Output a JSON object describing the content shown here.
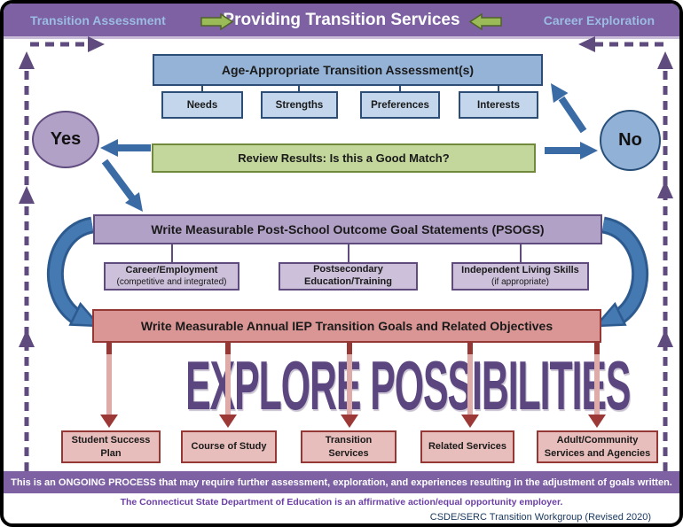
{
  "header": {
    "left_label": "Transition Assessment",
    "title": "Providing Transition Services",
    "right_label": "Career Exploration"
  },
  "flow": {
    "assessment_box": "Age-Appropriate Transition Assessment(s)",
    "assessment_items": [
      "Needs",
      "Strengths",
      "Preferences",
      "Interests"
    ],
    "yes_label": "Yes",
    "no_label": "No",
    "review_box": "Review Results: Is this a Good Match?",
    "psogs_box": "Write Measurable Post-School Outcome Goal Statements (PSOGS)",
    "psogs_items": [
      {
        "line1": "Career/Employment",
        "line2": "(competitive and integrated)"
      },
      {
        "line1": "Postsecondary",
        "line2": "Education/Training"
      },
      {
        "line1": "Independent Living Skills",
        "line2": "(if appropriate)"
      }
    ],
    "iep_box": "Write Measurable Annual IEP Transition Goals and Related Objectives",
    "explore_text": "EXPLORE POSSIBILITIES",
    "outcome_boxes": [
      {
        "line1": "Student Success",
        "line2": "Plan"
      },
      {
        "line1": "Course of Study",
        "line2": ""
      },
      {
        "line1": "Transition",
        "line2": "Services"
      },
      {
        "line1": "Related Services",
        "line2": ""
      },
      {
        "line1": "Adult/Community",
        "line2": "Services and Agencies"
      }
    ]
  },
  "footer": {
    "ongoing_bar": "This is an ONGOING PROCESS that may require further assessment, exploration, and experiences resulting in the adjustment of goals written.",
    "eeo_line": "The Connecticut State Department of Education is an affirmative action/equal opportunity employer.",
    "credit_line": "CSDE/SERC Transition Workgroup (Revised 2020)"
  },
  "colors": {
    "header_bar": "#7D61A3",
    "header_side_text": "#9BBCE3",
    "green_arrow": "#9ABB58",
    "blue_box_fill": "#95B3D7",
    "blue_sub_fill": "#C3D6EC",
    "blue_border": "#2C4D75",
    "yes_fill": "#B2A1C7",
    "no_fill": "#92B1D6",
    "green_box_fill": "#C3D69B",
    "green_box_border": "#71893B",
    "purple_fill": "#B2A1C7",
    "purple_sub_fill": "#CCC0DA",
    "purple_border": "#5F4B7E",
    "red_box_fill": "#D99694",
    "red_border": "#953735",
    "pink_outcome_fill": "#E8BEBC",
    "explore_text": "#5C4680",
    "flow_arrow_blue": "#3A6BA5",
    "dashed_line": "#5F4B7E"
  }
}
